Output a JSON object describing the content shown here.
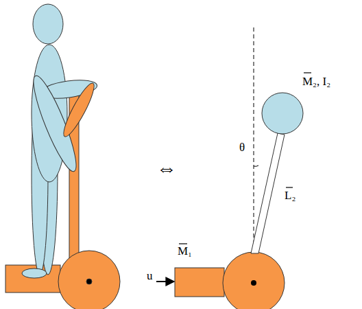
{
  "diagram": {
    "labels": [
      "⇔",
      "M₂, I₂",
      "θ",
      "L₂",
      "M₁",
      "u"
    ]
  }
}
